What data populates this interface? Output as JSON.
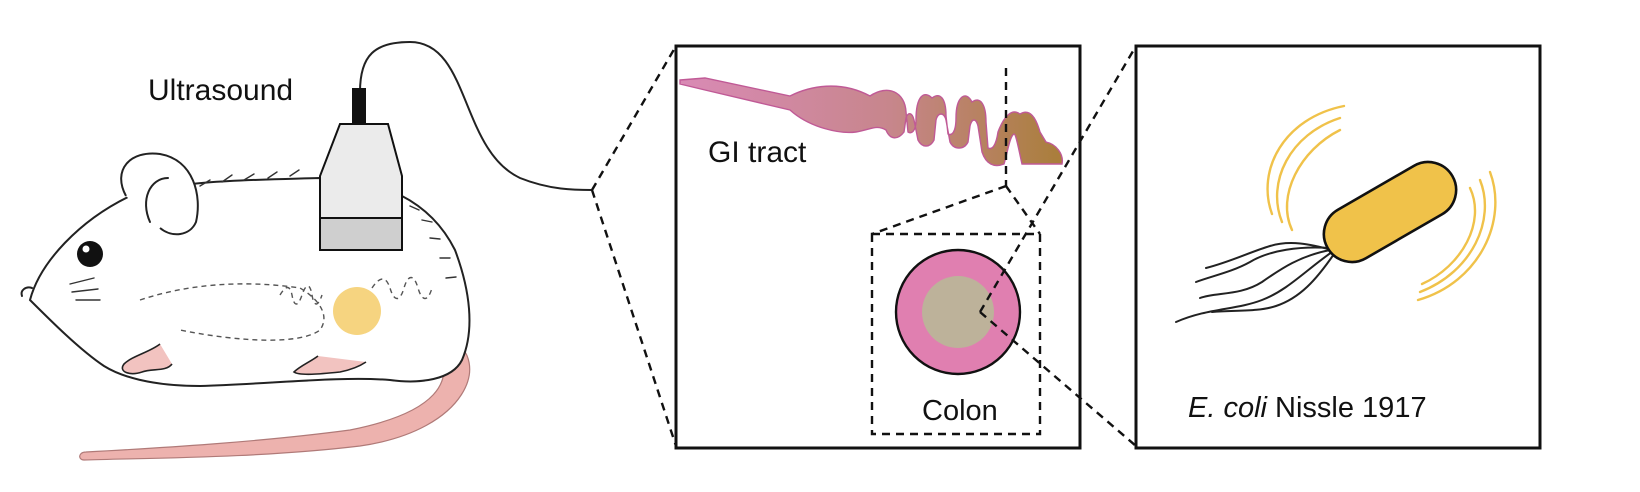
{
  "labels": {
    "ultrasound": "Ultrasound",
    "gi_tract": "GI tract",
    "colon": "Colon",
    "bacterium_italic": "E. coli",
    "bacterium_rest": " Nissle 1917"
  },
  "colors": {
    "gi_pink": "#d98ab5",
    "gi_brown": "#a97e3a",
    "colon_outer": "#e07fb0",
    "colon_lumen": "#bdb29a",
    "bacterium": "#f0c24a",
    "vibration": "#f0c24a",
    "focus_spot": "#f5cc6a",
    "tail": "#edb2ae",
    "probe_body": "#ebebeb",
    "probe_tip": "#cfcfcf"
  }
}
